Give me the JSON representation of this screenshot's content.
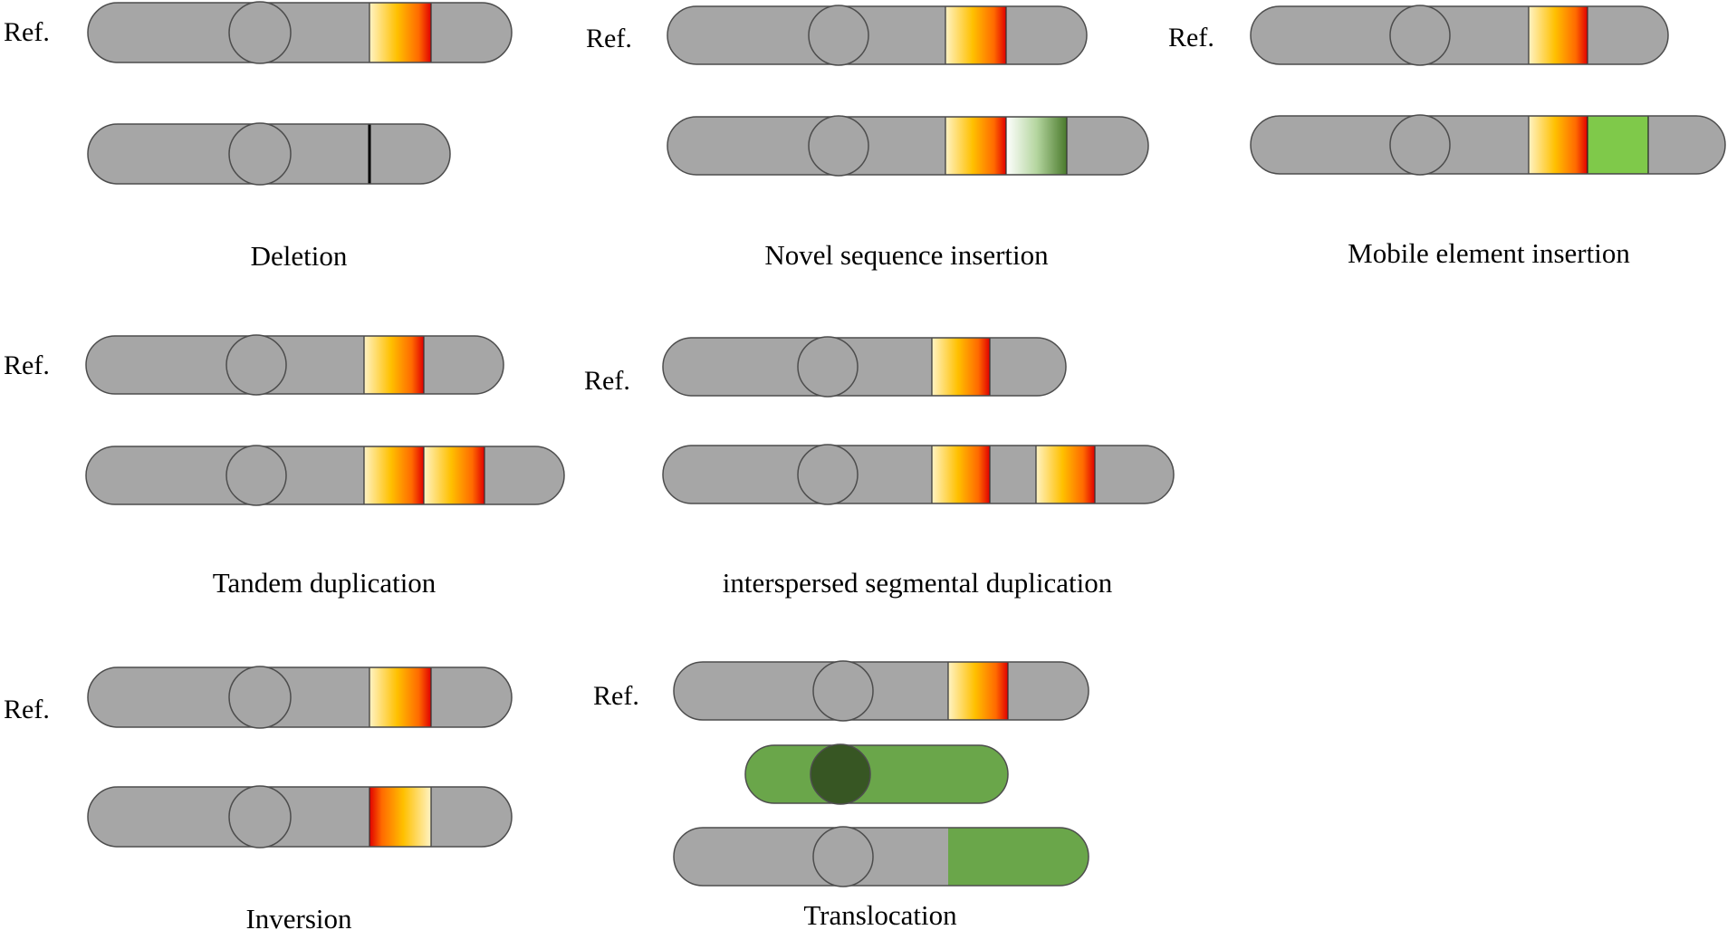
{
  "figure": {
    "ref_label": "Ref.",
    "colors": {
      "chromosome": "#a6a6a6",
      "outline": "#4d4d4d",
      "green": "#6aa64a",
      "dark_green": "#375623",
      "mobile_element": "#7fc94a"
    },
    "panels": [
      {
        "id": "deletion",
        "title": "Deletion"
      },
      {
        "id": "novel",
        "title": "Novel sequence insertion"
      },
      {
        "id": "mobile",
        "title": "Mobile element insertion"
      },
      {
        "id": "tandem",
        "title": "Tandem duplication"
      },
      {
        "id": "segmental",
        "title": "interspersed segmental duplication"
      },
      {
        "id": "inversion",
        "title": "Inversion"
      },
      {
        "id": "translocation",
        "title": "Translocation"
      }
    ]
  }
}
